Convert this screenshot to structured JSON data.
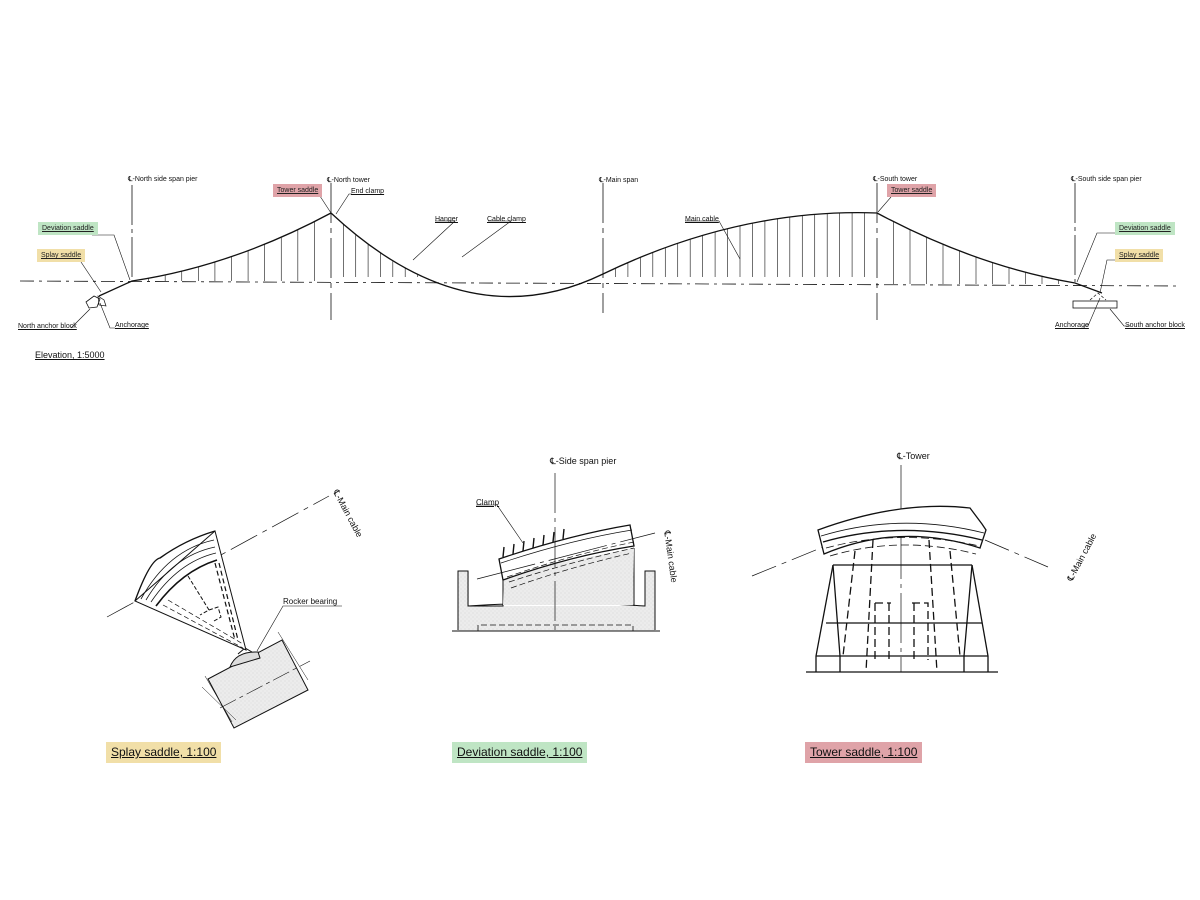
{
  "colors": {
    "splay": "#f1dfa8",
    "deviation": "#bfe5c4",
    "tower": "#dfa3a8",
    "line": "#111111"
  },
  "elevation": {
    "title": "Elevation, 1:5000",
    "centerlines": {
      "north_side_span_pier": "℄-North side span pier",
      "north_tower": "℄-North tower",
      "main_span": "℄-Main span",
      "south_tower": "℄-South tower",
      "south_side_span_pier": "℄-South side span pier"
    },
    "tags": {
      "north_tower_saddle": "Tower saddle",
      "south_tower_saddle": "Tower saddle",
      "north_deviation_saddle": "Deviation saddle",
      "south_deviation_saddle": "Deviation saddle",
      "north_splay_saddle": "Splay saddle",
      "south_splay_saddle": "Splay saddle"
    },
    "labels": {
      "end_clamp": "End clamp",
      "hanger": "Hanger",
      "cable_clamp": "Cable clamp",
      "main_cable": "Main cable",
      "north_anchor_block": "North anchor block",
      "north_anchorage": "Anchorage",
      "south_anchorage": "Anchorage",
      "south_anchor_block": "South anchor block"
    }
  },
  "details": {
    "splay": {
      "title": "Splay saddle, 1:100",
      "centerline": "℄-Main cable",
      "rocker_bearing": "Rocker bearing"
    },
    "deviation": {
      "title": "Deviation saddle, 1:100",
      "centerline_pier": "℄-Side span pier",
      "centerline_cable": "℄-Main cable",
      "clamp": "Clamp"
    },
    "tower": {
      "title": "Tower saddle, 1:100",
      "centerline_tower": "℄-Tower",
      "centerline_cable": "℄-Main cable"
    }
  }
}
